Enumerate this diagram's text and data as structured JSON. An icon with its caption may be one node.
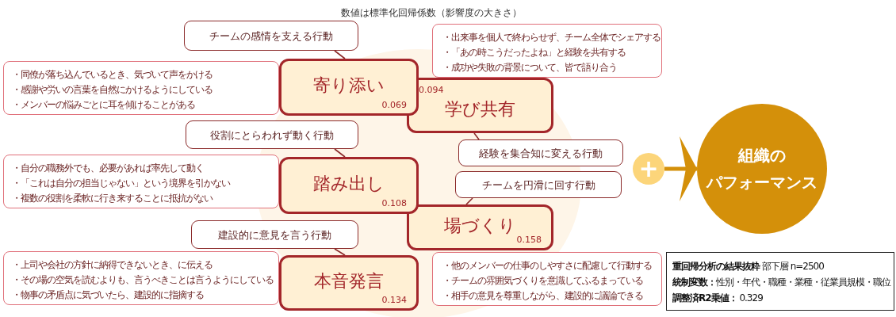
{
  "diagram": {
    "title": "数値は標準化回帰係数（影響度の大きさ）",
    "nodes": [
      {
        "text": [
          "チームの感情を支える行動"
        ]
      },
      {
        "text": [
          "・同僚が落ち込んでいるとき、気づいて声をかける",
          "・感謝や労いの言葉を自然にかけるようにしている",
          "・メンバーの悩みごとに耳を傾けることがある"
        ]
      },
      {
        "text": [
          "寄り添い",
          "0.069"
        ]
      },
      {
        "text": [
          "・出来事を個人で終わらせず、チーム全体でシェアする",
          "・「あの時こうだったよね」と経験を共有する",
          "・成功や失敗の背景について、皆で語り合う"
        ]
      },
      {
        "text": [
          "0.094",
          "学び共有"
        ]
      },
      {
        "text": [
          "経験を集合知に変える行動"
        ]
      },
      {
        "text": [
          "役割にとらわれず動く行動"
        ]
      },
      {
        "text": [
          "・自分の職務外でも、必要があれば率先して動く",
          "・「これは自分の担当じゃない」という境界を引かない",
          "・複数の役割を柔軟に行き来することに抵抗がない"
        ]
      },
      {
        "text": [
          "踏み出し",
          "0.108"
        ]
      },
      {
        "text": [
          "チームを円滑に回す行動"
        ]
      },
      {
        "text": [
          "場づくり",
          "0.158"
        ]
      },
      {
        "text": [
          "・他のメンバーの仕事のしやすさに配慮して行動する",
          "・チームの雰囲気づくりを意識してふるまっている",
          "・相手の意見を尊重しながら、建設的に議論できる"
        ]
      },
      {
        "text": [
          "建設的に意見を言う行動"
        ]
      },
      {
        "text": [
          "・上司や会社の方針に納得できないとき、に伝える",
          "・その場の空気を読むよりも、言うべきことは言うようにしている",
          "・物事の矛盾点に気づいたら、建設的に指摘する"
        ]
      },
      {
        "text": [
          "本音発言",
          "0.134"
        ]
      },
      {
        "text": [
          "+"
        ]
      },
      {
        "text": [
          "組織のパフォーマンス"
        ]
      },
      {
        "text": [
          "**重回帰分析の結果抜粋** 部下層 n=2500",
          "**統制変数：**性別・年代・職種・業種・従業員規模・職位",
          "**調整済R2乗値：** 0.329"
        ]
      }
    ],
    "edges": [
      {
        "from": 0,
        "to": 2,
        "arrow": "none"
      },
      {
        "from": 4,
        "to": 5,
        "arrow": "none"
      },
      {
        "from": 6,
        "to": 8,
        "arrow": "none"
      },
      {
        "from": 9,
        "to": 10,
        "arrow": "none"
      },
      {
        "from": 12,
        "to": 14,
        "arrow": "none"
      },
      {
        "from": 15,
        "to": 16,
        "arrow": "to",
        "style": "thick",
        "color": "#d4900a"
      }
    ]
  }
}
